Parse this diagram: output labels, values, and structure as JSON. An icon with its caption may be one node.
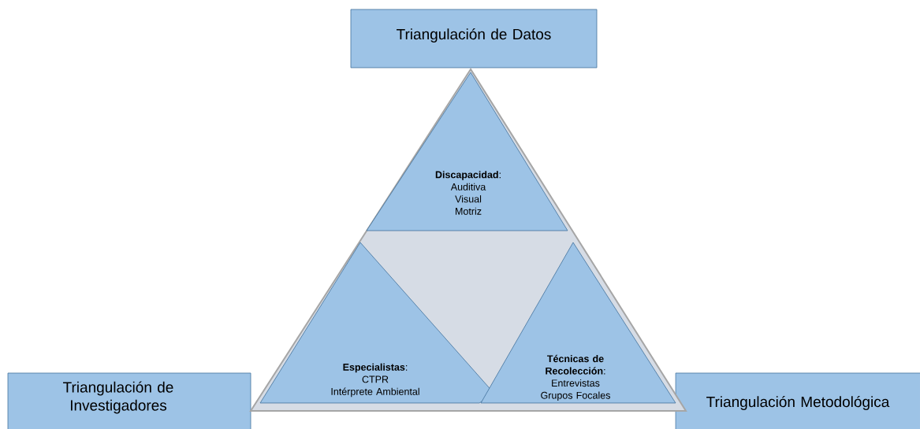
{
  "diagram": {
    "nodes": [
      {
        "text": [
          "Triangulación de Datos"
        ]
      },
      {
        "text": [
          "Triangulación de Investigadores"
        ]
      },
      {
        "text": [
          "Triangulación Metodológica"
        ]
      },
      {
        "text": [],
        "shape": "triangle"
      },
      {
        "text": [
          "**Discapacidad**:",
          "Auditiva",
          "Visual",
          "Motriz"
        ],
        "in": 3
      },
      {
        "text": [
          "**Especialistas**:",
          "CTPR",
          "Intérprete Ambiental"
        ],
        "in": 3
      },
      {
        "text": [
          "**Técnicas de Recolección**:",
          "Entrevistas",
          "Grupos Focales"
        ],
        "in": 3
      }
    ]
  }
}
